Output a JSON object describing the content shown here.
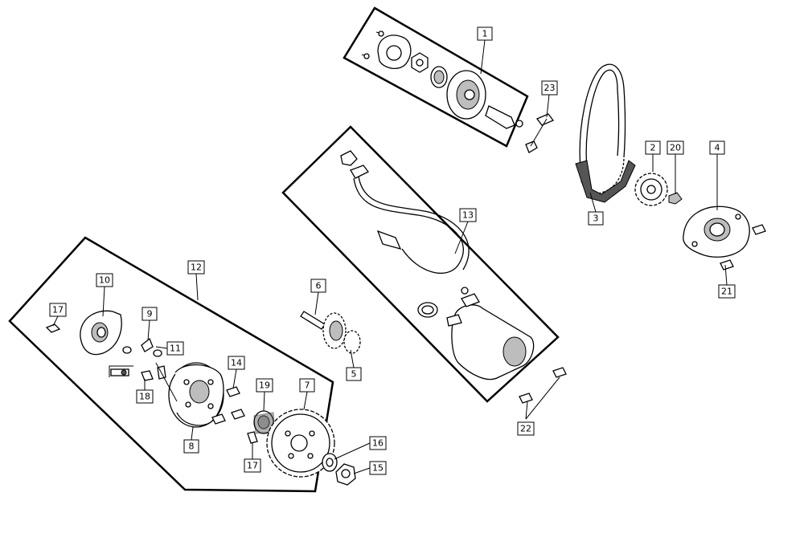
{
  "callouts": {
    "c1": "1",
    "c2": "2",
    "c3": "3",
    "c4": "4",
    "c5": "5",
    "c6": "6",
    "c7": "7",
    "c8": "8",
    "c9": "9",
    "c10": "10",
    "c11": "11",
    "c12": "12",
    "c13": "13",
    "c14": "14",
    "c15": "15",
    "c16": "16",
    "c17a": "17",
    "c17b": "17",
    "c18": "18",
    "c19": "19",
    "c20": "20",
    "c21": "21",
    "c22": "22",
    "c23": "23"
  }
}
